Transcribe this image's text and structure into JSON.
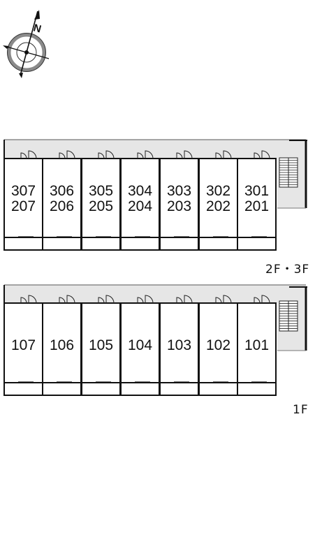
{
  "compass": {
    "north_label": "N",
    "icon": "compass-rose-icon"
  },
  "floors": [
    {
      "id": "upper",
      "label": "2F・3F",
      "units": [
        {
          "line1": "307",
          "line2": "207"
        },
        {
          "line1": "306",
          "line2": "206"
        },
        {
          "line1": "305",
          "line2": "205"
        },
        {
          "line1": "304",
          "line2": "204"
        },
        {
          "line1": "303",
          "line2": "203"
        },
        {
          "line1": "302",
          "line2": "202"
        },
        {
          "line1": "301",
          "line2": "201"
        }
      ],
      "stair_icon": "staircase-icon"
    },
    {
      "id": "ground",
      "label": "1F",
      "units": [
        {
          "line1": "107",
          "line2": ""
        },
        {
          "line1": "106",
          "line2": ""
        },
        {
          "line1": "105",
          "line2": ""
        },
        {
          "line1": "104",
          "line2": ""
        },
        {
          "line1": "103",
          "line2": ""
        },
        {
          "line1": "102",
          "line2": ""
        },
        {
          "line1": "101",
          "line2": ""
        }
      ],
      "stair_icon": "staircase-icon"
    }
  ],
  "colors": {
    "corridor": "#e6e6e6",
    "wall": "#111111",
    "unit_fill": "#ffffff",
    "compass_ring": "#8a8a8a"
  }
}
